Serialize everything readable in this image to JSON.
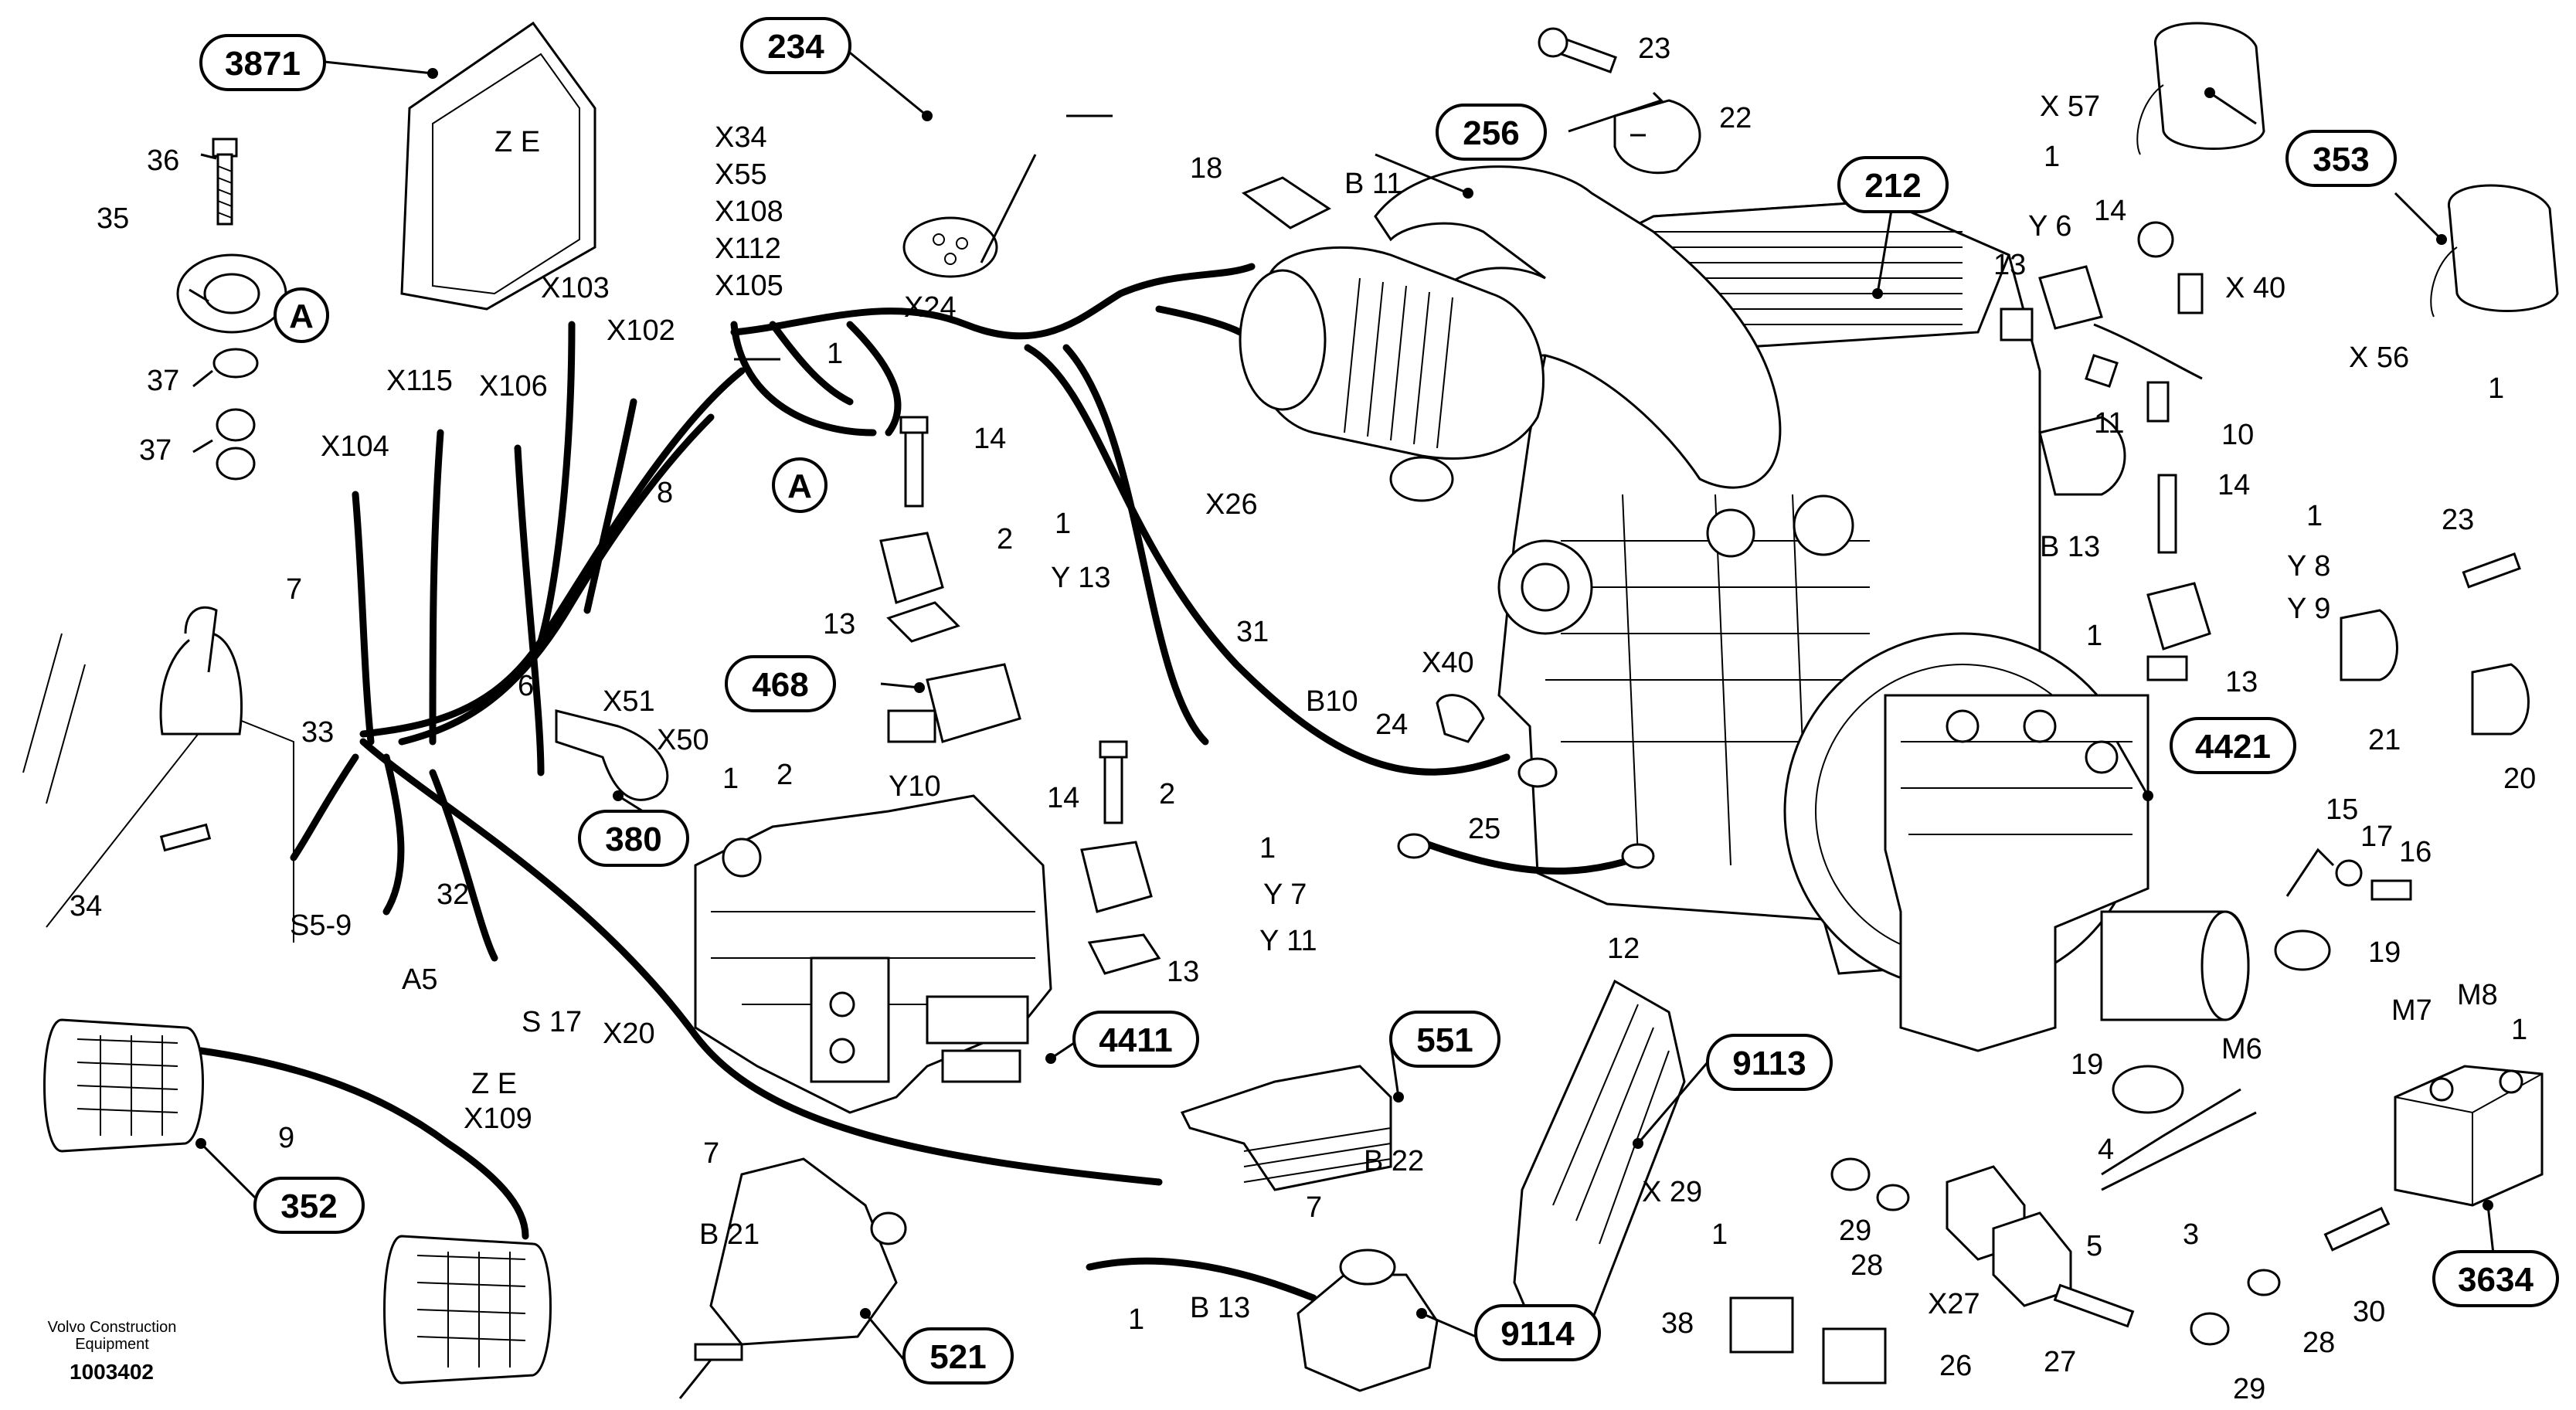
{
  "footer": {
    "brand_line1": "Volvo Construction",
    "brand_line2": "Equipment",
    "doc_number": "1003402"
  },
  "group_refs": {
    "g3871": "3871",
    "g234": "234",
    "g256": "256",
    "g212": "212",
    "g353": "353",
    "g468": "468",
    "g380": "380",
    "g4421": "4421",
    "g4411": "4411",
    "g551": "551",
    "g9113": "9113",
    "g352": "352",
    "g521": "521",
    "g9114": "9114",
    "g3634": "3634"
  },
  "detail_markers": {
    "a_top": "A",
    "a_mid": "A"
  },
  "labels": {
    "ze_box": "Z E",
    "n36": "36",
    "n35": "35",
    "n37a": "37",
    "n37b": "37",
    "x103": "X103",
    "x102": "X102",
    "x115": "X115",
    "x106": "X106",
    "x104": "X104",
    "n8": "8",
    "n7a": "7",
    "n6": "6",
    "n33": "33",
    "x51": "X51",
    "x50": "X50",
    "n34": "34",
    "n32": "32",
    "s59": "S5-9",
    "a5": "A5",
    "s17": "S 17",
    "x20": "X20",
    "x34": "X34",
    "x55": "X55",
    "x108": "X108",
    "x112": "X112",
    "x105": "X105",
    "n1a": "1",
    "x24": "X24",
    "n18": "18",
    "b11": "B 11",
    "n14a": "14",
    "n1b": "1",
    "n2a": "2",
    "y13": "Y 13",
    "n13a": "13",
    "x26": "X26",
    "n31": "31",
    "x40a": "X40",
    "b10": "B10",
    "n24": "24",
    "n25": "25",
    "n12": "12",
    "n1c": "1",
    "n2b": "2",
    "y10": "Y10",
    "n14b": "14",
    "n2c": "2",
    "n1d": "1",
    "y7": "Y 7",
    "y11": "Y 11",
    "n13b": "13",
    "n23a": "23",
    "n22": "22",
    "x57": "X 57",
    "n1e": "1",
    "y6": "Y 6",
    "n14c": "14",
    "n13c": "13",
    "x40b": "X 40",
    "n11": "11",
    "n10": "10",
    "x56": "X 56",
    "n1f": "1",
    "n14d": "14",
    "n1g": "1",
    "b13a": "B 13",
    "n1h": "1",
    "y8": "Y 8",
    "y9": "Y 9",
    "n13d": "13",
    "n23b": "23",
    "n21": "21",
    "n20": "20",
    "n15": "15",
    "n17": "17",
    "n16": "16",
    "n19a": "19",
    "m7": "M7",
    "m8": "M8",
    "n1i": "1",
    "ze_bottom": "Z E",
    "x109": "X109",
    "n9": "9",
    "n7b": "7",
    "b21": "B 21",
    "b22": "B 22",
    "n7c": "7",
    "n1j": "1",
    "b13b": "B 13",
    "x29": "X 29",
    "n1k": "1",
    "n19b": "19",
    "m6": "M6",
    "n4": "4",
    "n29a": "29",
    "n28a": "28",
    "n5": "5",
    "n3": "3",
    "x27": "X27",
    "n27": "27",
    "n38": "38",
    "n26": "26",
    "n30": "30",
    "n28b": "28",
    "n29b": "29"
  }
}
